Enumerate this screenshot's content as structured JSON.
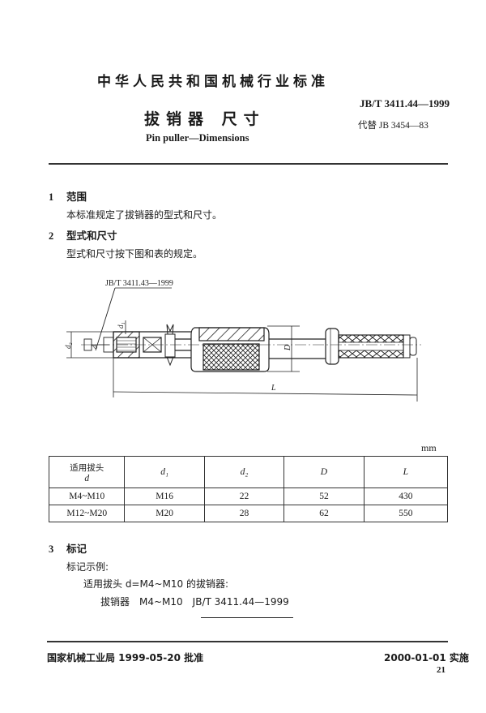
{
  "header": {
    "organization": "中华人民共和国机械行业标准",
    "standard_code": "JB/T 3411.44—1999",
    "title_cn": "拔销器 尺寸",
    "replaces": "代替 JB 3454—83",
    "title_en": "Pin puller—Dimensions"
  },
  "sections": [
    {
      "number": "1",
      "title": "范围",
      "text": "本标准规定了拔销器的型式和尺寸。"
    },
    {
      "number": "2",
      "title": "型式和尺寸",
      "text": "型式和尺寸按下图和表的规定。"
    },
    {
      "number": "3",
      "title": "标记",
      "lines": [
        "标记示例:",
        "适用拔头 d=M4~M10 的拔销器:",
        "拔销器　M4~M10　JB/T 3411.44—1999"
      ]
    }
  ],
  "drawing": {
    "reference_label": "JB/T 3411.43—1999",
    "labels": {
      "d": "d",
      "d1": "d1",
      "d2": "d2",
      "D": "D",
      "L": "L"
    }
  },
  "table": {
    "unit": "mm",
    "headers": [
      {
        "cn": "适用拔头",
        "sym": "d"
      },
      {
        "sym": "d₁"
      },
      {
        "sym": "d₂"
      },
      {
        "sym": "D"
      },
      {
        "sym": "L"
      }
    ],
    "rows": [
      [
        "M4~M10",
        "M16",
        "22",
        "52",
        "430"
      ],
      [
        "M12~M20",
        "M20",
        "28",
        "62",
        "550"
      ]
    ]
  },
  "footer": {
    "approval": "国家机械工业局 1999-05-20 批准",
    "effective": "2000-01-01 实施",
    "page_number": "21"
  }
}
